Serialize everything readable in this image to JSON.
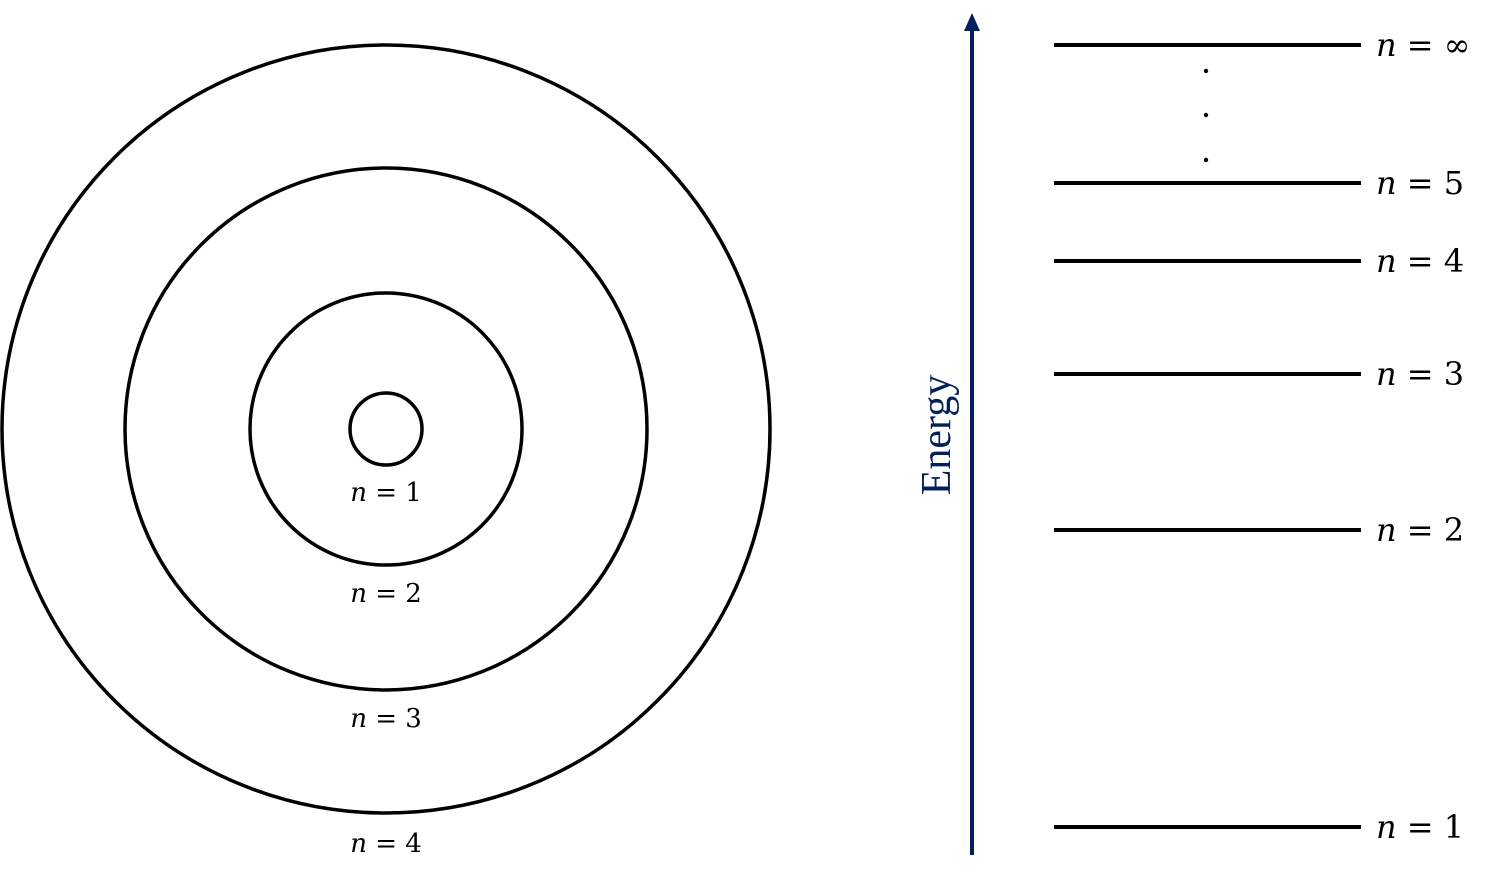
{
  "colors": {
    "energy_axis": "#002060",
    "lines": "#000000",
    "background": "#ffffff"
  },
  "energy_axis": {
    "label": "Energy"
  },
  "bohr_model": {
    "orbits": [
      {
        "n": "1",
        "label_var": "n",
        "label_eq": " = 1"
      },
      {
        "n": "2",
        "label_var": "n",
        "label_eq": " = 2"
      },
      {
        "n": "3",
        "label_var": "n",
        "label_eq": " = 3"
      },
      {
        "n": "4",
        "label_var": "n",
        "label_eq": " = 4"
      }
    ]
  },
  "energy_levels": {
    "levels": [
      {
        "n": "∞",
        "label_var": "n",
        "label_eq": " = ∞"
      },
      {
        "n": "5",
        "label_var": "n",
        "label_eq": " = 5"
      },
      {
        "n": "4",
        "label_var": "n",
        "label_eq": " = 4"
      },
      {
        "n": "3",
        "label_var": "n",
        "label_eq": " = 3"
      },
      {
        "n": "2",
        "label_var": "n",
        "label_eq": " = 2"
      },
      {
        "n": "1",
        "label_var": "n",
        "label_eq": " = 1"
      }
    ]
  }
}
